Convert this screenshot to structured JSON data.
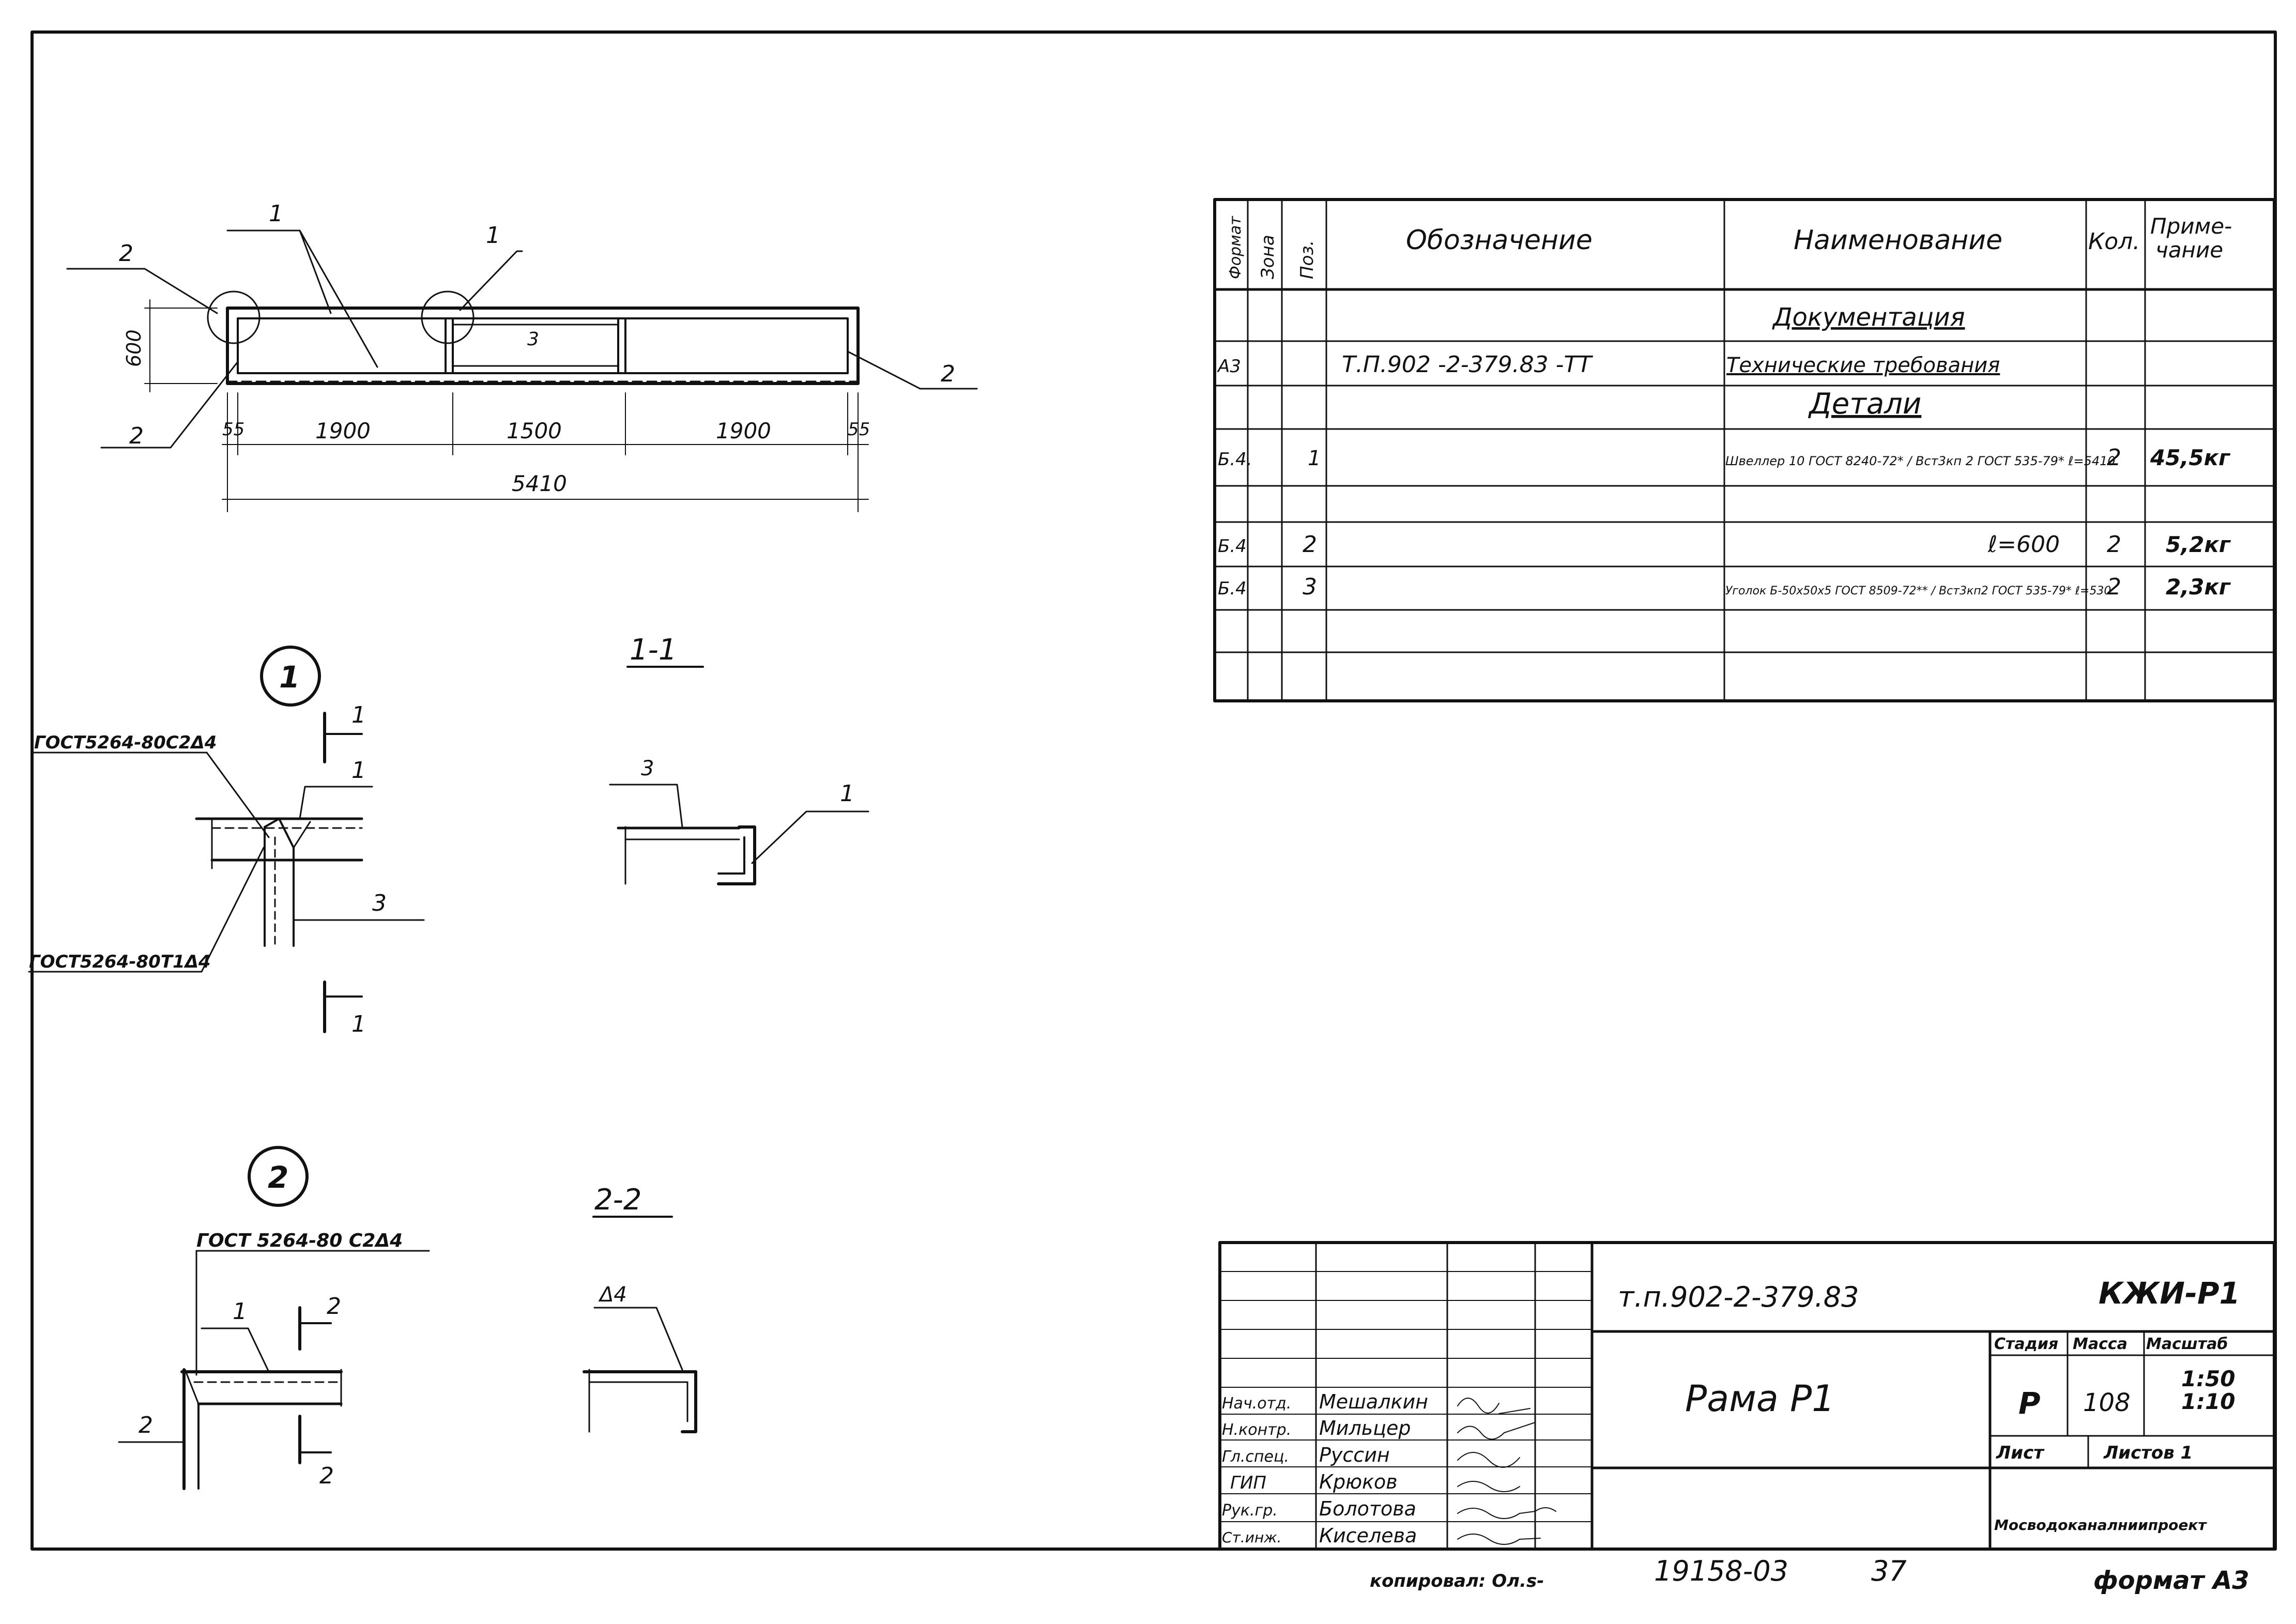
{
  "sheet": {
    "format_label": "формат А3",
    "copied_by": "копировал: Ол.s-",
    "archive_number": "19158-03",
    "page_number": "37"
  },
  "spec_table": {
    "headers": {
      "format": "Формат",
      "zone": "Зона",
      "pos": "Поз.",
      "designation": "Обозначение",
      "name": "Наименование",
      "qty": "Кол.",
      "note": "Приме-\nчание"
    },
    "rows": [
      {
        "format": "",
        "zone": "",
        "pos": "",
        "designation": "",
        "name": "Документация",
        "qty": "",
        "note": "",
        "heading": true
      },
      {
        "format": "А3",
        "zone": "",
        "pos": "",
        "designation": "Т.П.902 -2-379.83      -ТТ",
        "name": "Технические требования",
        "qty": "",
        "note": ""
      },
      {
        "format": "",
        "zone": "",
        "pos": "",
        "designation": "",
        "name": "Детали",
        "qty": "",
        "note": "",
        "heading": true
      },
      {
        "format": "Б.4.",
        "zone": "",
        "pos": "1",
        "designation": "",
        "name": "Швеллер 10 ГОСТ 8240-72* / Вст3кп 2 ГОСТ 535-79* ℓ=5410",
        "qty": "2",
        "note": "45,5кг"
      },
      {
        "format": "",
        "zone": "",
        "pos": "",
        "designation": "",
        "name": "",
        "qty": "",
        "note": ""
      },
      {
        "format": "Б.4",
        "zone": "",
        "pos": "2",
        "designation": "",
        "name": "ℓ=600",
        "qty": "2",
        "note": "5,2кг"
      },
      {
        "format": "Б.4",
        "zone": "",
        "pos": "3",
        "designation": "",
        "name": "Уголок Б-50x50x5 ГОСТ 8509-72** / Вст3кп2 ГОСТ 535-79* ℓ=530",
        "qty": "2",
        "note": "2,3кг"
      },
      {
        "format": "",
        "zone": "",
        "pos": "",
        "designation": "",
        "name": "",
        "qty": "",
        "note": ""
      },
      {
        "format": "",
        "zone": "",
        "pos": "",
        "designation": "",
        "name": "",
        "qty": "",
        "note": ""
      }
    ]
  },
  "plan_view": {
    "callouts": [
      "2",
      "1",
      "1",
      "2",
      "2",
      "3"
    ],
    "dim_height": "600",
    "dims_top": [
      "55",
      "1900",
      "1500",
      "1900",
      "55"
    ],
    "dim_total": "5410"
  },
  "node1": {
    "circle": "1",
    "weld_top": "ГОСТ5264-80С2Δ4",
    "weld_bottom": "ГОСТ5264-80Т1Δ4",
    "section_marks": [
      "1",
      "1"
    ],
    "pos_labels": [
      "1",
      "3"
    ]
  },
  "section11": {
    "title": "1-1",
    "pos_labels": [
      "3",
      "1"
    ]
  },
  "node2": {
    "circle": "2",
    "weld": "ГОСТ 5264-80 С2Δ4",
    "section_marks": [
      "2",
      "2"
    ],
    "pos_labels": [
      "1",
      "2"
    ]
  },
  "section22": {
    "title": "2-2",
    "weld": "Δ4"
  },
  "title_block": {
    "code": "т.п.902-2-379.83",
    "sheet_code": "КЖИ-Р1",
    "drawing_title": "Рама Р1",
    "stage_label": "Стадия",
    "mass_label": "Масса",
    "scale_label": "Масштаб",
    "stage": "Р",
    "mass": "108",
    "scale": "1:50\n1:10",
    "sheet_label": "Лист",
    "sheets_label": "Листов 1",
    "organization": "Мосводоканалниипроект",
    "signatures": [
      {
        "role": "Нач.отд.",
        "name": "Мешалкин"
      },
      {
        "role": "Н.контр.",
        "name": "Мильцер"
      },
      {
        "role": "Гл.спец.",
        "name": "Руссин"
      },
      {
        "role": "ГИП",
        "name": "Крюков"
      },
      {
        "role": "Рук.гр.",
        "name": "Болотова"
      },
      {
        "role": "Ст.инж.",
        "name": "Киселева"
      }
    ]
  }
}
